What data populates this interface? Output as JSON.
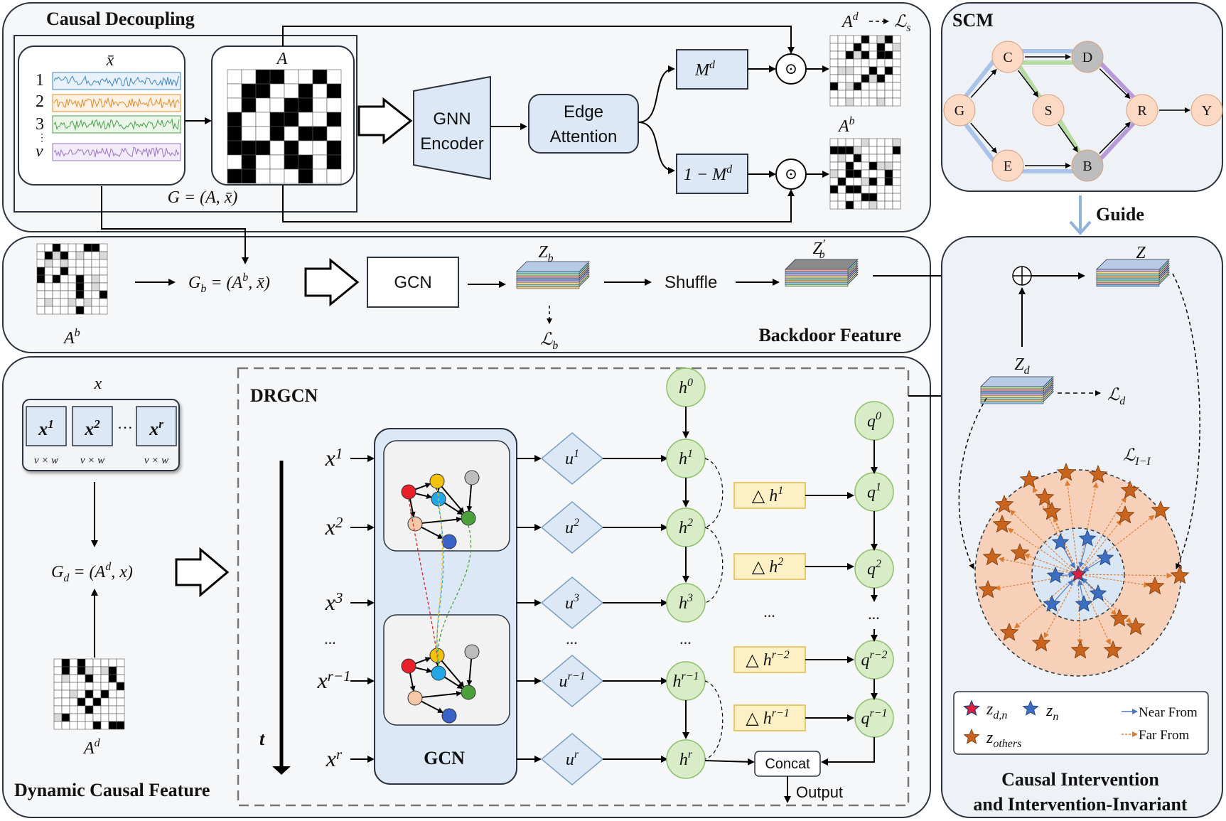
{
  "panels": {
    "causal_decoupling": "Causal Decoupling",
    "backdoor_feature": "Backdoor Feature",
    "dynamic_causal_feature": "Dynamic Causal Feature",
    "scm": "SCM",
    "guide": "Guide",
    "causal_intervention_l1": "Causal Intervention",
    "causal_intervention_l2": "and Intervention-Invariant",
    "drgcn": "DRGCN"
  },
  "top": {
    "xbar": "x̄",
    "signal_rows": [
      "1",
      "2",
      "3",
      "⋮",
      "v"
    ],
    "A": "A",
    "G_eq": "G = (A, x̄)",
    "gnn_l1": "GNN",
    "gnn_l2": "Encoder",
    "edge_l1": "Edge",
    "edge_l2": "Attention",
    "Md": "M",
    "Md_sup": "d",
    "oneMinus": "1 − M",
    "oneMinus_sup": "d",
    "odot": "⊙",
    "Ad_main": "A",
    "Ad_sup": "d",
    "Ls_main": "ℒ",
    "Ls_sub": "s",
    "Ab_main": "A",
    "Ab_sup": "b"
  },
  "backdoor": {
    "Ab_main": "A",
    "Ab_sup": "b",
    "Gb_main": "G",
    "Gb_sub": "b",
    "Gb_eq": " = (A",
    "Gb_sup": "b",
    "Gb_tail": ", x̄)",
    "gcn": "GCN",
    "Zb_main": "Z",
    "Zb_sub": "b",
    "shuffle": "Shuffle",
    "Zbp_main": "Z",
    "Zbp_sub": "b",
    "Zbp_prime": "′",
    "Lb_main": "ℒ",
    "Lb_sub": "b"
  },
  "dynamic": {
    "x_label": "x",
    "x_cells": [
      {
        "main": "x",
        "sup": "1",
        "dim": "v × w"
      },
      {
        "main": "x",
        "sup": "2",
        "dim": "v × w"
      },
      {
        "main": "x",
        "sup": "r",
        "dim": "v × w"
      }
    ],
    "dots": "···",
    "Gd_main": "G",
    "Gd_sub": "d",
    "Gd_eq": " = (A",
    "Gd_sup": "d",
    "Gd_tail": ", x)",
    "Ad_main": "A",
    "Ad_sup": "d"
  },
  "drgcn": {
    "t": "t",
    "inputs": [
      {
        "main": "x",
        "sup": "1"
      },
      {
        "main": "x",
        "sup": "2"
      },
      {
        "main": "x",
        "sup": "3"
      },
      {
        "main": "...",
        "sup": ""
      },
      {
        "main": "x",
        "sup": "r−1"
      },
      {
        "main": "x",
        "sup": "r"
      }
    ],
    "gcn": "GCN",
    "u": [
      {
        "main": "u",
        "sup": "1"
      },
      {
        "main": "u",
        "sup": "2"
      },
      {
        "main": "u",
        "sup": "3"
      },
      {
        "main": "...",
        "sup": ""
      },
      {
        "main": "u",
        "sup": "r−1"
      },
      {
        "main": "u",
        "sup": "r"
      }
    ],
    "h": [
      {
        "main": "h",
        "sup": "0"
      },
      {
        "main": "h",
        "sup": "1"
      },
      {
        "main": "h",
        "sup": "2"
      },
      {
        "main": "h",
        "sup": "3"
      },
      {
        "main": "...",
        "sup": ""
      },
      {
        "main": "h",
        "sup": "r−1"
      },
      {
        "main": "h",
        "sup": "r"
      }
    ],
    "dh": [
      {
        "main": "△ h",
        "sup": "1"
      },
      {
        "main": "△ h",
        "sup": "2"
      },
      {
        "main": "...",
        "sup": ""
      },
      {
        "main": "△ h",
        "sup": "r−2"
      },
      {
        "main": "△ h",
        "sup": "r−1"
      }
    ],
    "q": [
      {
        "main": "q",
        "sup": "0"
      },
      {
        "main": "q",
        "sup": "1"
      },
      {
        "main": "q",
        "sup": "2"
      },
      {
        "main": "...",
        "sup": ""
      },
      {
        "main": "q",
        "sup": "r−2"
      },
      {
        "main": "q",
        "sup": "r−1"
      }
    ],
    "concat": "Concat",
    "output": "Output"
  },
  "scm": {
    "nodes": [
      "C",
      "D",
      "G",
      "S",
      "R",
      "Y",
      "E",
      "B"
    ]
  },
  "intervention": {
    "Z": "Z",
    "Zd_main": "Z",
    "Zd_sub": "d",
    "Ld_main": "ℒ",
    "Ld_sub": "d",
    "LII_main": "ℒ",
    "LII_sub": "I−I",
    "legend": {
      "zdn_main": "z",
      "zdn_sub": "d,n",
      "zn_main": "z",
      "zn_sub": "n",
      "zothers_main": "z",
      "zothers_sub": "others",
      "near": "Near From",
      "far": "Far From"
    }
  },
  "colors": {
    "panel_bg": "#f6f7f9",
    "box_blue": "#dce8f5",
    "node_green": "#d8ecc8",
    "node_green_stroke": "#8cc06a",
    "yellow_box": "#fdf0c4",
    "scm_orange": "#fbd9c5",
    "scm_gray": "#bdbdbd",
    "circle_outer": "#f6d0b8",
    "circle_inner": "#d9e6f3"
  }
}
